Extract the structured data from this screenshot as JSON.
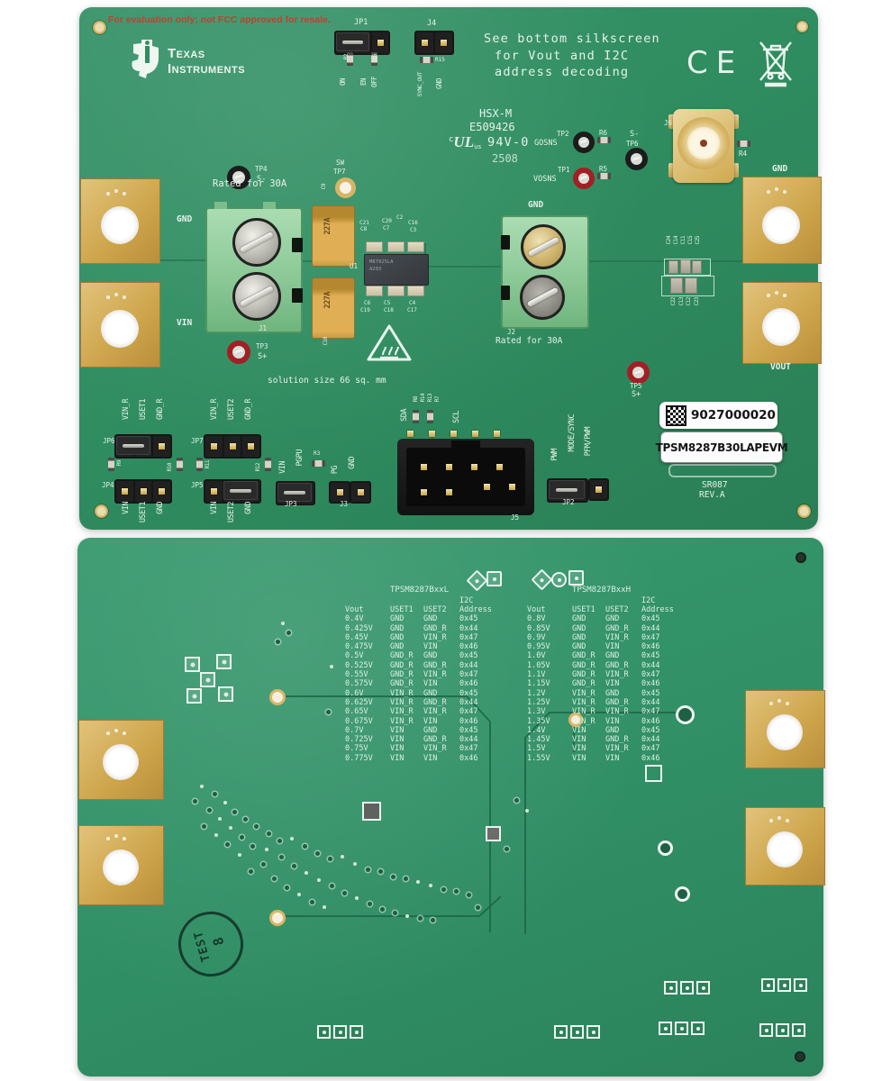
{
  "colors": {
    "board_green": "#2f8d60",
    "board_green_bottom": "#31956a",
    "silkscreen": "#e6f2ea",
    "eval_red": "#c2402f",
    "gold_pad": "#cda44a",
    "sticker_white": "#fcfcfc"
  },
  "top_board": {
    "eval_note": "For evaluation only; not FCC approved for resale.",
    "logo": {
      "line1": "Texas",
      "line2": "Instruments"
    },
    "note": {
      "l1": "See bottom silkscreen",
      "l2": "for Vout and I2C",
      "l3": "address decoding"
    },
    "cert": {
      "ce": "CE",
      "hsx": "HSX-M",
      "e_number": "E509426",
      "ul_c": "c",
      "ul": "UL",
      "ul_us": "us",
      "rating": "94V-0",
      "date_code": "2508"
    },
    "labels": {
      "jp1": "JP1",
      "r2": "R2",
      "r16": "R16",
      "on": "ON",
      "en": "EN",
      "off": "OFF",
      "j4": "J4",
      "r15": "R15",
      "sync_out": "SYNC_OUT",
      "j4_gnd": "GND",
      "tp2": "TP2",
      "gosns": "GOSNS",
      "r6": "R6",
      "s_minus": "S-",
      "tp6": "TP6",
      "tp1": "TP1",
      "vosns": "VOSNS",
      "r5": "R5",
      "j6": "J6",
      "r4": "R4",
      "gnd_right": "GND",
      "vout": "VOUT",
      "gnd_left": "GND",
      "vin_left": "VIN",
      "tp4": "TP4",
      "tp4_pol": "S-",
      "sw": "SW",
      "tp7": "TP7",
      "c9": "C9",
      "c10": "C10",
      "rated_30a": "Rated for 30A",
      "j1": "J1",
      "tp3": "TP3",
      "tp3_pol": "S+",
      "gnd_j2": "GND",
      "j2": "J2",
      "rated_30a_2": "Rated for 30A",
      "solution": "solution size 66 sq. mm",
      "tp5": "TP5",
      "tp5_pol": "S+",
      "jp6": "JP6",
      "jp7": "JP7",
      "jp4": "JP4",
      "jp5": "JP5",
      "jp3": "JP3",
      "j3": "J3",
      "jp2": "JP2",
      "j5": "J5",
      "r9": "R9",
      "r10": "R10",
      "r11": "R11",
      "r12": "R12",
      "r3": "R3",
      "vin_r": "VIN_R",
      "uset1": "USET1",
      "gnd_r": "GND_R",
      "uset2": "USET2",
      "vin": "VIN",
      "gnd": "GND",
      "pgpu": "PGPU",
      "pg": "PG",
      "sda": "SDA",
      "scl": "SCL",
      "r8": "R8",
      "r14": "R14",
      "r13": "R13",
      "r7": "R7",
      "pwm": "PWM",
      "mode_sync": "MODE/SYNC",
      "pfm_pwm": "PFM/PWM"
    },
    "ic": {
      "ref": "U1",
      "marking1": "M87925LA",
      "marking2": "A203"
    },
    "cap_marking": "227A",
    "ic_cap_refs": [
      "C21",
      "C8",
      "C20",
      "C7",
      "C2",
      "C16",
      "C3",
      "C6",
      "C19",
      "C5",
      "C18",
      "C4",
      "C17"
    ],
    "out_cap_refs_top": [
      "C24",
      "C14",
      "C11",
      "C15",
      "C25"
    ],
    "out_cap_refs_bottom": [
      "C22",
      "C13",
      "C12",
      "C23"
    ],
    "stickers": {
      "serial": "9027000020",
      "part": "TPSM8287B30LAPEVM"
    },
    "rev": {
      "l1": "SR087",
      "l2": "REV.A"
    }
  },
  "bottom_board": {
    "tables": [
      {
        "title": "TPSM8287BxxL",
        "header_top": "I2C",
        "headers": [
          "Vout",
          "USET1",
          "USET2",
          "Address"
        ],
        "rows": [
          [
            "0.4V",
            "GND",
            "GND",
            "0x45"
          ],
          [
            "0.425V",
            "GND",
            "GND_R",
            "0x44"
          ],
          [
            "0.45V",
            "GND",
            "VIN_R",
            "0x47"
          ],
          [
            "0.475V",
            "GND",
            "VIN",
            "0x46"
          ],
          [
            "0.5V",
            "GND_R",
            "GND",
            "0x45"
          ],
          [
            "0.525V",
            "GND_R",
            "GND_R",
            "0x44"
          ],
          [
            "0.55V",
            "GND_R",
            "VIN_R",
            "0x47"
          ],
          [
            "0.575V",
            "GND_R",
            "VIN",
            "0x46"
          ],
          [
            "0.6V",
            "VIN_R",
            "GND",
            "0x45"
          ],
          [
            "0.625V",
            "VIN_R",
            "GND_R",
            "0x44"
          ],
          [
            "0.65V",
            "VIN_R",
            "VIN_R",
            "0x47"
          ],
          [
            "0.675V",
            "VIN_R",
            "VIN",
            "0x46"
          ],
          [
            "0.7V",
            "VIN",
            "GND",
            "0x45"
          ],
          [
            "0.725V",
            "VIN",
            "GND_R",
            "0x44"
          ],
          [
            "0.75V",
            "VIN",
            "VIN_R",
            "0x47"
          ],
          [
            "0.775V",
            "VIN",
            "VIN",
            "0x46"
          ]
        ]
      },
      {
        "title": "TPSM8287BxxH",
        "header_top": "I2C",
        "headers": [
          "Vout",
          "USET1",
          "USET2",
          "Address"
        ],
        "rows": [
          [
            "0.8V",
            "GND",
            "GND",
            "0x45"
          ],
          [
            "0.85V",
            "GND",
            "GND_R",
            "0x44"
          ],
          [
            "0.9V",
            "GND",
            "VIN_R",
            "0x47"
          ],
          [
            "0.95V",
            "GND",
            "VIN",
            "0x46"
          ],
          [
            "1.0V",
            "GND_R",
            "GND",
            "0x45"
          ],
          [
            "1.05V",
            "GND_R",
            "GND_R",
            "0x44"
          ],
          [
            "1.1V",
            "GND_R",
            "VIN_R",
            "0x47"
          ],
          [
            "1.15V",
            "GND_R",
            "VIN",
            "0x46"
          ],
          [
            "1.2V",
            "VIN_R",
            "GND",
            "0x45"
          ],
          [
            "1.25V",
            "VIN_R",
            "GND_R",
            "0x44"
          ],
          [
            "1.3V",
            "VIN_R",
            "VIN_R",
            "0x47"
          ],
          [
            "1.35V",
            "VIN_R",
            "VIN",
            "0x46"
          ],
          [
            "1.4V",
            "VIN",
            "GND",
            "0x45"
          ],
          [
            "1.45V",
            "VIN",
            "GND_R",
            "0x44"
          ],
          [
            "1.5V",
            "VIN",
            "VIN_R",
            "0x47"
          ],
          [
            "1.55V",
            "VIN",
            "VIN",
            "0x46"
          ]
        ]
      }
    ],
    "stamp": {
      "word": "TEST",
      "num": "8"
    }
  }
}
